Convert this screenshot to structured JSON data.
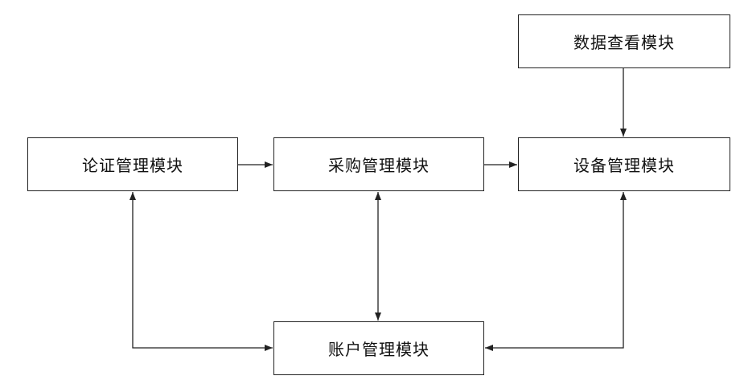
{
  "modules": {
    "data_view": "数据查看模块",
    "argument": "论证管理模块",
    "purchase": "采购管理模块",
    "equipment": "设备管理模块",
    "account": "账户管理模块"
  },
  "connections": [
    {
      "from": "argument",
      "to": "purchase",
      "direction": "one-way"
    },
    {
      "from": "purchase",
      "to": "equipment",
      "direction": "one-way"
    },
    {
      "from": "data_view",
      "to": "equipment",
      "direction": "one-way"
    },
    {
      "from": "argument",
      "to": "account",
      "direction": "two-way"
    },
    {
      "from": "purchase",
      "to": "account",
      "direction": "two-way"
    },
    {
      "from": "equipment",
      "to": "account",
      "direction": "two-way"
    }
  ],
  "colors": {
    "line": "#222222",
    "box_border": "#222222",
    "text": "#111111",
    "background": "#ffffff"
  }
}
